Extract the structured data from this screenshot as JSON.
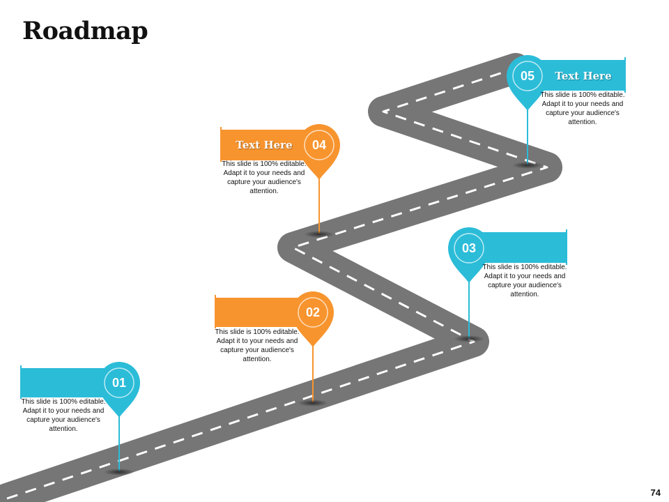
{
  "title": "Roadmap",
  "page_number": "74",
  "colors": {
    "blue": "#2bbcd8",
    "orange": "#f7942e",
    "road": "#7a7a7a",
    "road_line": "#ffffff"
  },
  "milestones": [
    {
      "number": "01",
      "heading": "",
      "color": "blue",
      "description": "This slide is 100% editable. Adapt it to your needs and capture your audience's attention."
    },
    {
      "number": "02",
      "heading": "",
      "color": "orange",
      "description": "This slide is 100% editable. Adapt it to your needs and capture your audience's attention."
    },
    {
      "number": "03",
      "heading": "",
      "color": "blue",
      "description": "This slide is 100% editable. Adapt it to your needs and capture your audience's attention."
    },
    {
      "number": "04",
      "heading": "Text Here",
      "color": "orange",
      "description": "This slide is 100% editable. Adapt it to your needs and capture your audience's attention."
    },
    {
      "number": "05",
      "heading": "Text Here",
      "color": "blue",
      "description": "This slide is 100% editable. Adapt it to your needs and capture your audience's attention."
    }
  ]
}
